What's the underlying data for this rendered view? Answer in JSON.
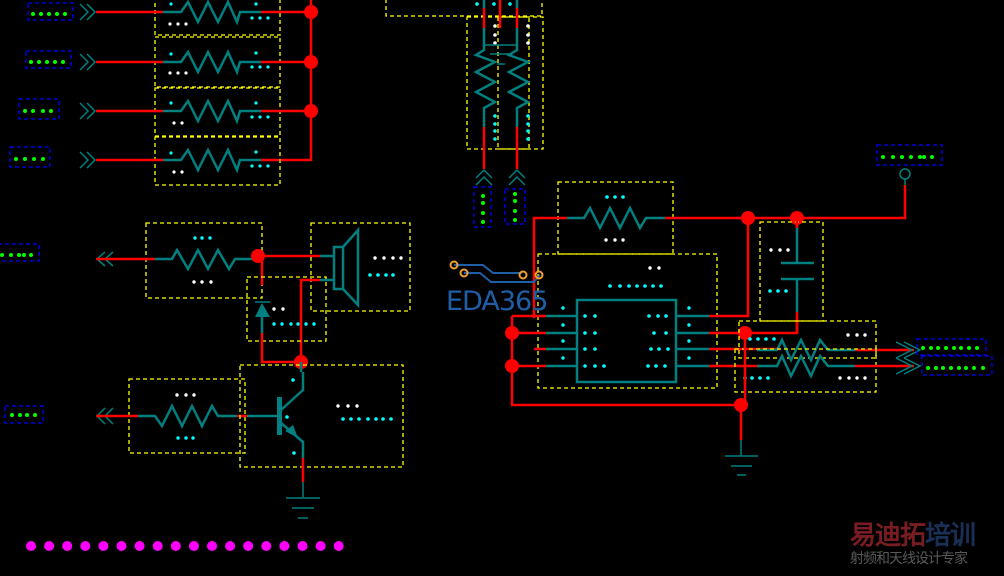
{
  "colors": {
    "background": "#000000",
    "wire": "#ff0000",
    "component": "#008080",
    "junction": "#ff0000",
    "part_outline": "#ffff00",
    "port_outline": "#0000ff",
    "port_text": "#00ff00",
    "pin_text": "#00ffff",
    "ref_text": "#ffffff",
    "bus_dots": "#ff00ff"
  },
  "watermark": {
    "logo_text": "EDA365",
    "brand_cn_a": "易迪拓",
    "brand_cn_b": "培训",
    "subtitle_cn": "射频和天线设计专家"
  },
  "components": [
    {
      "type": "resistor",
      "id": "R-top-1"
    },
    {
      "type": "resistor",
      "id": "R-top-2"
    },
    {
      "type": "resistor",
      "id": "R-top-3"
    },
    {
      "type": "resistor",
      "id": "R-top-4"
    },
    {
      "type": "resistor",
      "id": "R-vert-1"
    },
    {
      "type": "resistor",
      "id": "R-vert-2"
    },
    {
      "type": "resistor",
      "id": "R-speaker"
    },
    {
      "type": "speaker",
      "id": "LS1"
    },
    {
      "type": "diode",
      "id": "D1"
    },
    {
      "type": "resistor",
      "id": "R-base"
    },
    {
      "type": "npn-transistor",
      "id": "Q1"
    },
    {
      "type": "resistor",
      "id": "R-ic-top"
    },
    {
      "type": "ic-8pin",
      "id": "U1"
    },
    {
      "type": "capacitor",
      "id": "C1"
    },
    {
      "type": "resistor",
      "id": "R-out-1"
    },
    {
      "type": "resistor",
      "id": "R-out-2"
    },
    {
      "type": "ground",
      "id": "GND-1"
    },
    {
      "type": "ground",
      "id": "GND-2"
    }
  ],
  "ports": [
    {
      "id": "P1",
      "direction": "input",
      "masked_chars": 5
    },
    {
      "id": "P2",
      "direction": "input",
      "masked_chars": 5
    },
    {
      "id": "P3",
      "direction": "input",
      "masked_chars": 4
    },
    {
      "id": "P4",
      "direction": "input",
      "masked_chars": 4
    },
    {
      "id": "P5",
      "direction": "output",
      "masked_chars": 5
    },
    {
      "id": "P6",
      "direction": "output",
      "masked_chars": 4
    },
    {
      "id": "P7",
      "direction": "input",
      "masked_chars": 4
    },
    {
      "id": "P8",
      "direction": "input",
      "masked_chars": 4
    },
    {
      "id": "P9",
      "direction": "power",
      "masked_chars": 7
    },
    {
      "id": "P10",
      "direction": "output",
      "masked_chars": 8
    },
    {
      "id": "P11",
      "direction": "output",
      "masked_chars": 8
    }
  ],
  "bus_marker_count": 18
}
